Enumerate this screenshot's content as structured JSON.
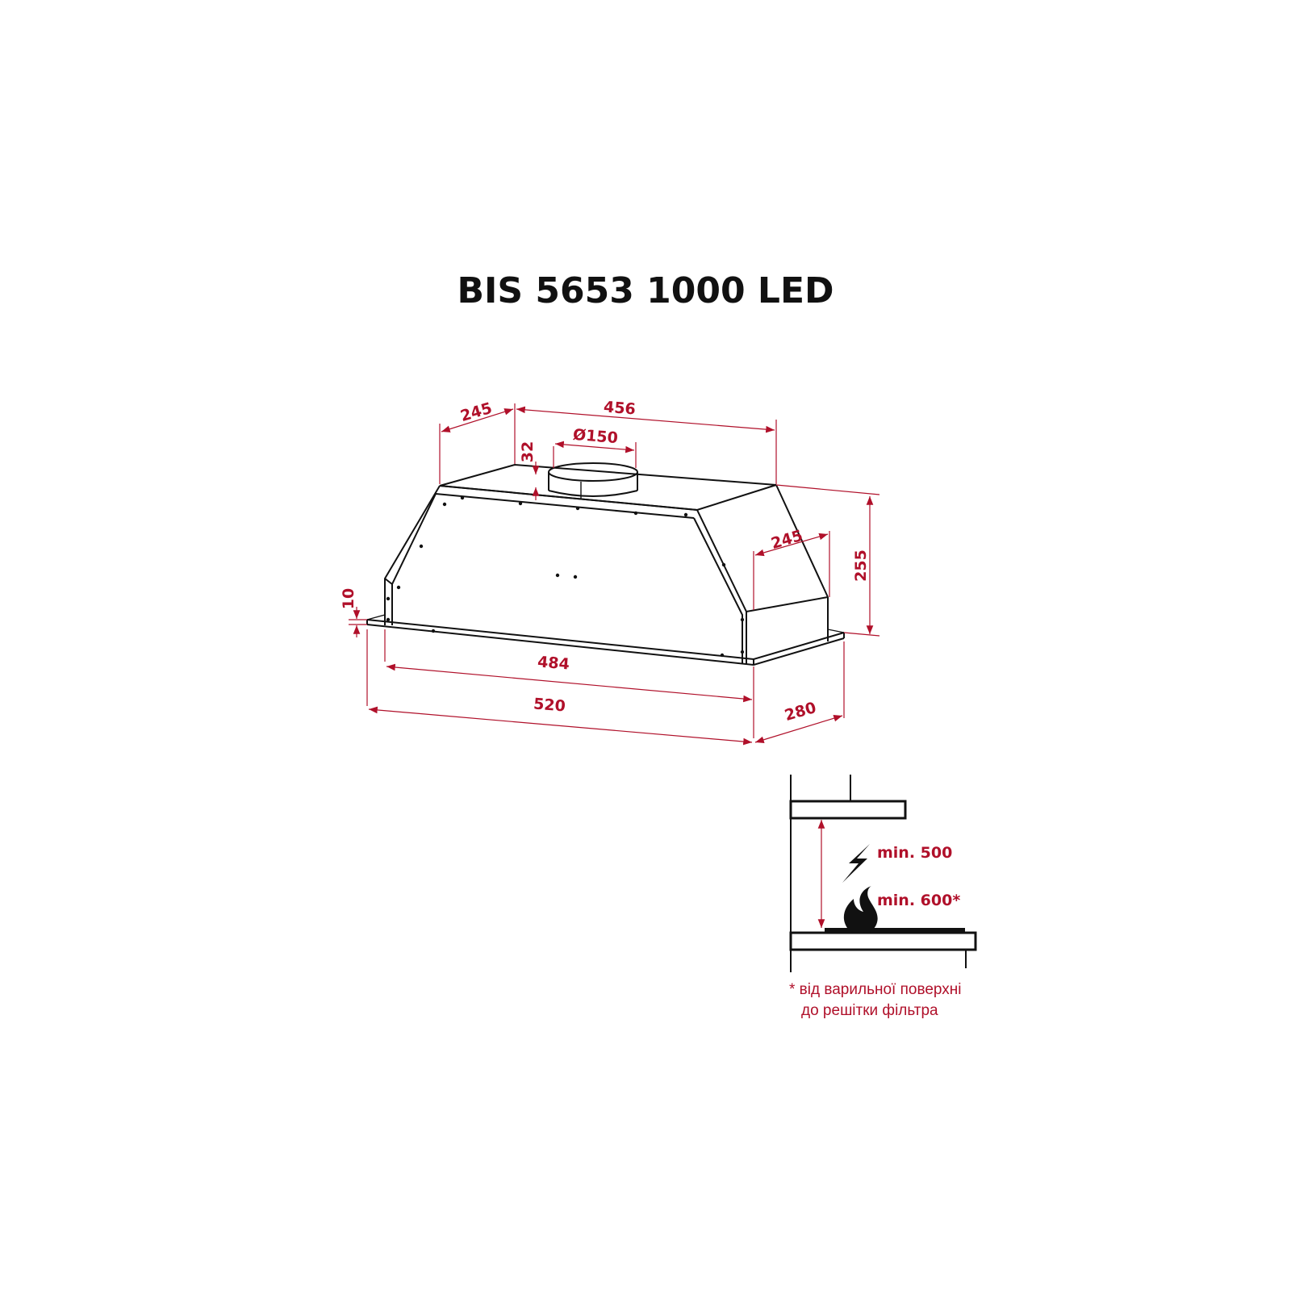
{
  "title": "BIS 5653 1000 LED",
  "colors": {
    "dimension": "#b0102a",
    "outline": "#111111",
    "background": "#ffffff"
  },
  "dimensions": {
    "top_depth": "245",
    "top_width": "456",
    "duct_diameter": "Ø150",
    "duct_height": "32",
    "side_depth": "245",
    "height": "255",
    "flange": "10",
    "inner_width": "484",
    "outer_width": "520",
    "outer_depth": "280"
  },
  "installation": {
    "min_electric": "min. 500",
    "min_gas": "min. 600*",
    "icons": [
      "lightning-icon",
      "flame-icon"
    ],
    "footnote_line1": "* від варильної поверхні",
    "footnote_line2": "до решітки фільтра"
  }
}
